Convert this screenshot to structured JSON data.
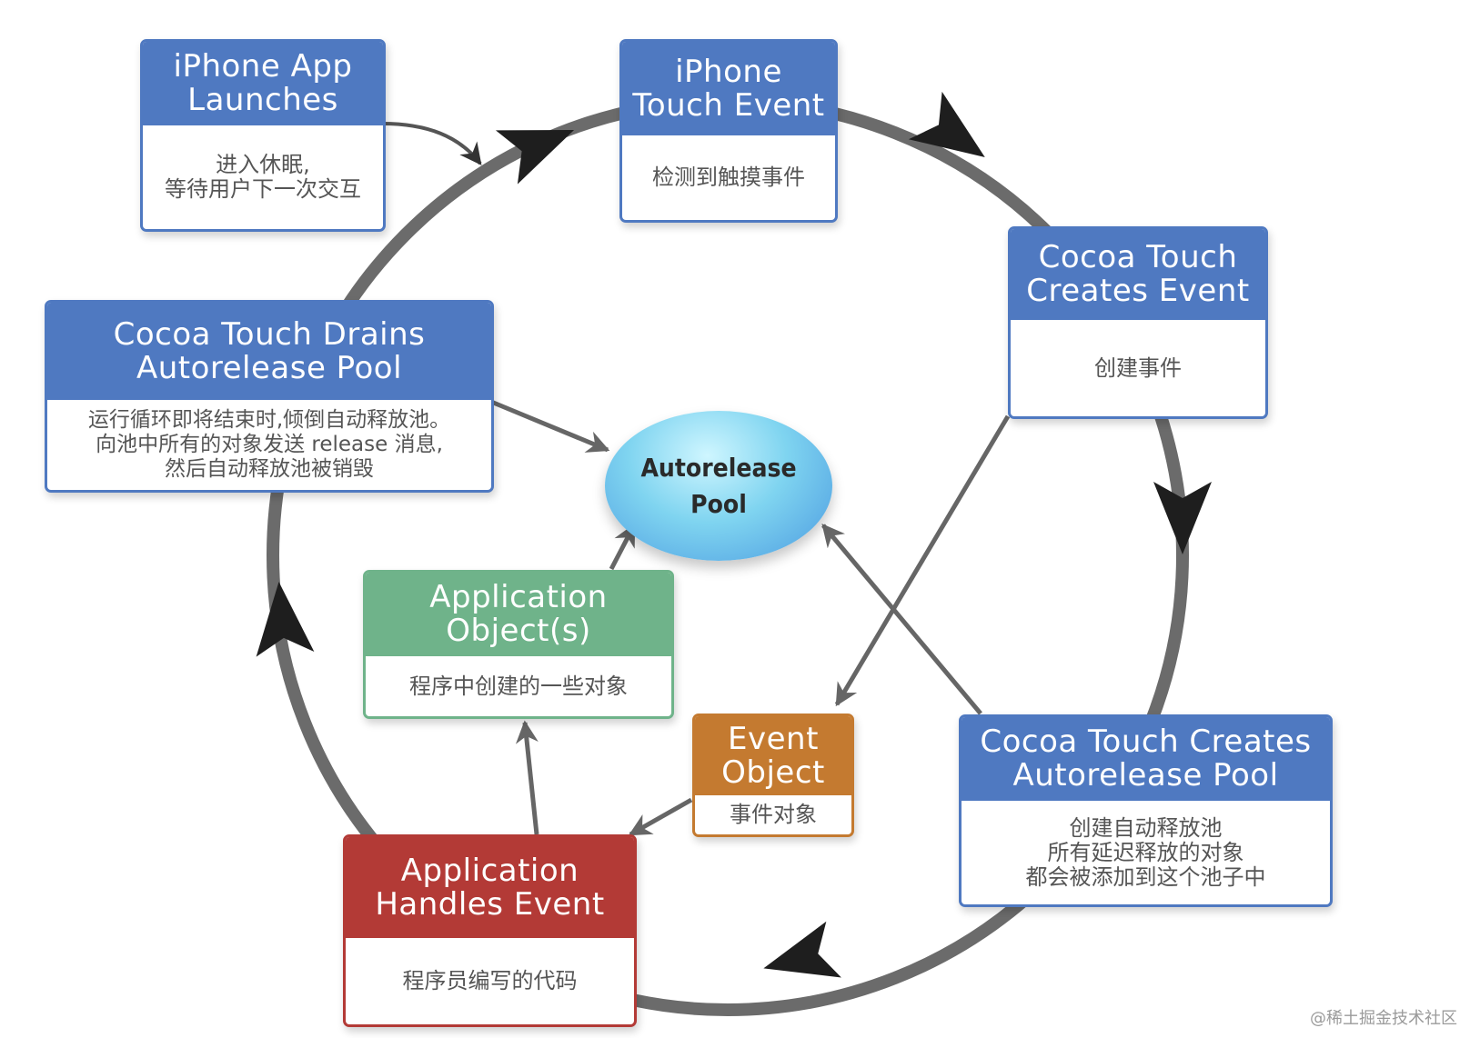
{
  "nodes": {
    "iphone_app_launches": {
      "title": "iPhone App\nLaunches",
      "desc": "进入休眠,\n等待用户下一次交互"
    },
    "iphone_touch_event": {
      "title": "iPhone\nTouch Event",
      "desc": "检测到触摸事件"
    },
    "cocoa_creates_event": {
      "title": "Cocoa Touch\nCreates Event",
      "desc": "创建事件"
    },
    "cocoa_creates_pool": {
      "title": "Cocoa Touch Creates\nAutorelease Pool",
      "desc": "创建自动释放池\n所有延迟释放的对象\n都会被添加到这个池子中"
    },
    "app_handles_event": {
      "title": "Application\nHandles Event",
      "desc": "程序员编写的代码"
    },
    "event_object": {
      "title": "Event\nObject",
      "desc": "事件对象"
    },
    "application_objects": {
      "title": "Application\nObject(s)",
      "desc": "程序中创建的一些对象"
    },
    "cocoa_drains_pool": {
      "title": "Cocoa Touch Drains\nAutorelease Pool",
      "desc": "运行循环即将结束时,倾倒自动释放池。\n向池中所有的对象发送 release 消息,\n然后自动释放池被销毁"
    }
  },
  "center": {
    "label": "Autorelease\nPool"
  },
  "watermark": "@稀土掘金技术社区",
  "colors": {
    "blue": "#4f79c1",
    "green": "#6fb38a",
    "orange": "#c47a30",
    "red": "#b33a36",
    "loop": "#6b6b6b",
    "arrowhead": "#1e1e1e"
  }
}
